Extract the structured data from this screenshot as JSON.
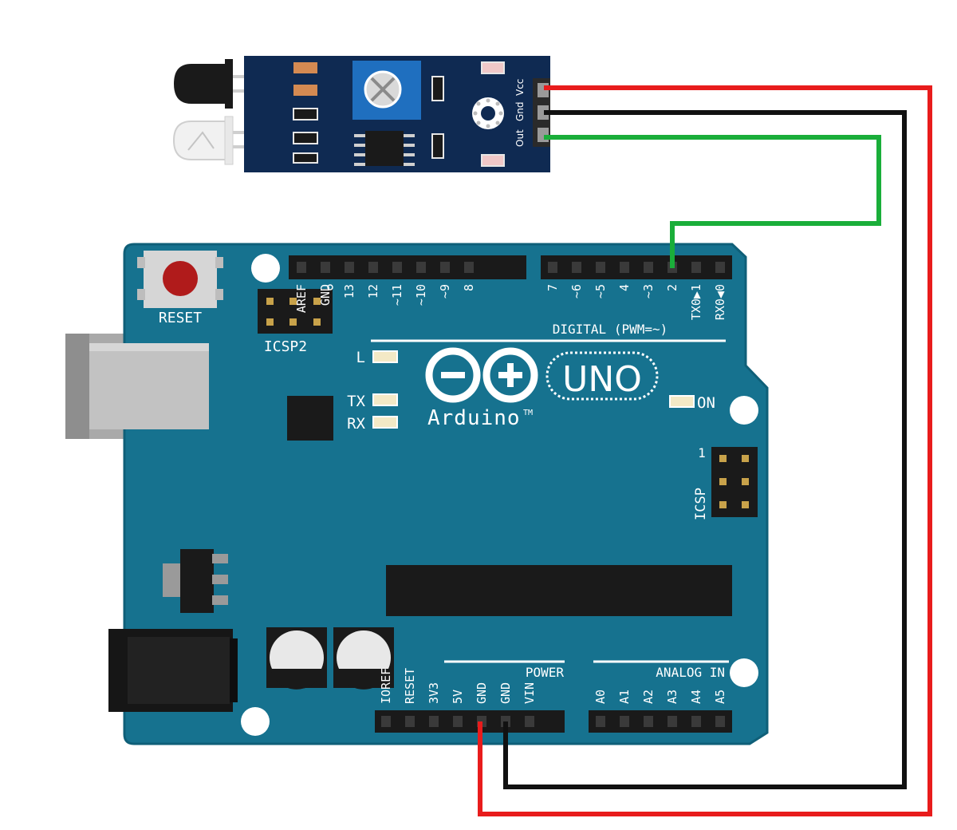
{
  "colors": {
    "board": "#16728f",
    "board_edge": "#0f5f78",
    "board_print": "#ffffff",
    "sensor_pcb": "#0f2a52",
    "header_black": "#1a1a1a",
    "wire_vcc": "#e81c1c",
    "wire_gnd": "#111111",
    "wire_out": "#1aae3a",
    "reset_button": "#b01b1b"
  },
  "sensor": {
    "pins": [
      "Vcc",
      "Gnd",
      "Out"
    ],
    "icons": [
      "ir-led-emitter-icon",
      "photodiode-receiver-icon",
      "potentiometer-icon"
    ]
  },
  "board": {
    "reset_label": "RESET",
    "icsp2_label": "ICSP2",
    "icsp_label": "ICSP",
    "icsp_pin1_label": "1",
    "led_l_label": "L",
    "led_tx_label": "TX",
    "led_rx_label": "RX",
    "led_on_label": "ON",
    "logo_text": "Arduino",
    "logo_tm": "TM",
    "model_text": "UNO",
    "digital_label": "DIGITAL (PWM=~)",
    "power_label": "POWER",
    "analog_label": "ANALOG IN",
    "digital_pins_left": [
      "AREF",
      "GND",
      "13",
      "12",
      "~11",
      "~10",
      "~9",
      "8"
    ],
    "digital_pins_right": [
      "7",
      "~6",
      "~5",
      "4",
      "~3",
      "2",
      "TX0▶1",
      "RX0◀0"
    ],
    "power_pins": [
      "IOREF",
      "RESET",
      "3V3",
      "5V",
      "GND",
      "GND",
      "VIN"
    ],
    "analog_pins": [
      "A0",
      "A1",
      "A2",
      "A3",
      "A4",
      "A5"
    ]
  }
}
